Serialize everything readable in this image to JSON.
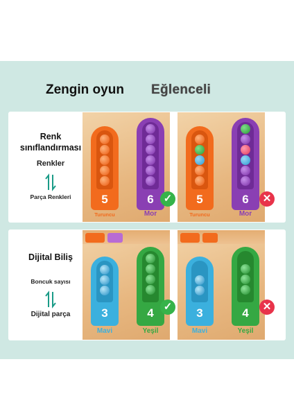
{
  "headline": {
    "left": "Zengin oyun",
    "right": "Eğlenceli"
  },
  "cards": [
    {
      "title": "Renk\nsınıflandırması",
      "top_sub": "Renkler",
      "bottom_sub": "Parça Renkleri",
      "left_slot": {
        "number": "5",
        "caption": "Turuncu"
      },
      "right_slot": {
        "number": "6",
        "caption": "Mor"
      }
    },
    {
      "title": "Dijital Biliş",
      "top_sub": "Boncuk sayısı",
      "bottom_sub": "Dijital parça",
      "left_slot": {
        "number": "3",
        "caption": "Mavi"
      },
      "right_slot": {
        "number": "4",
        "caption": "Yeşil"
      }
    }
  ],
  "colors": {
    "orange": "#f26b1d",
    "purple": "#8a3fb3",
    "blue": "#3bb0de",
    "green": "#35a843",
    "check": "#36b34a",
    "cross": "#e8334a"
  },
  "icons": {
    "correct": "checkmark-icon",
    "wrong": "cross-icon",
    "arrows": "up-down-arrows-icon"
  }
}
